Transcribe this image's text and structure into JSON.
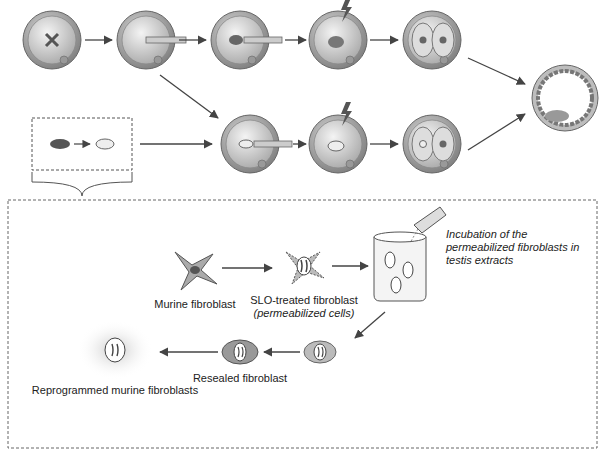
{
  "diagram": {
    "labels": [
      "Murine fibroblast",
      "SLO-treated fibroblast",
      "(permeabilized cells)",
      "Incubation of the permeabilized fibroblasts in testis extracts",
      "Resealed fibroblast",
      "Reprogrammed murine fibroblasts"
    ]
  }
}
